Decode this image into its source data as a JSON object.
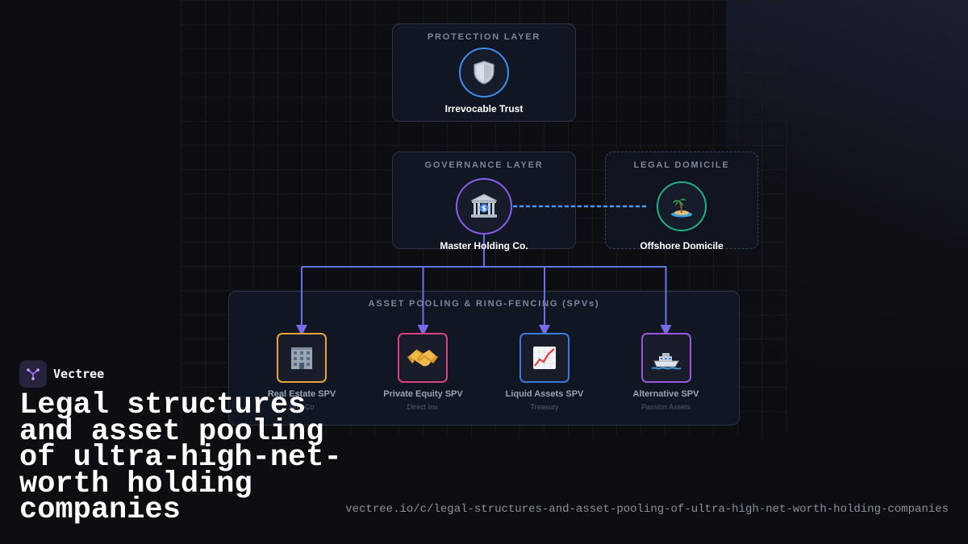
{
  "protection_layer": {
    "title": "PROTECTION LAYER",
    "node": {
      "icon": "shield-icon",
      "label": "Irrevocable Trust",
      "color": "#3f8cf0"
    }
  },
  "governance_layer": {
    "title": "GOVERNANCE LAYER",
    "node": {
      "icon": "bank-icon",
      "label": "Master Holding Co.",
      "color": "#8a5cf0"
    }
  },
  "legal_domicile": {
    "title": "LEGAL DOMICILE",
    "node": {
      "icon": "island-icon",
      "label": "Offshore Domicile",
      "color": "#1fb08a"
    }
  },
  "asset_pooling": {
    "title": "ASSET POOLING & RING-FENCING (SPVs)",
    "spvs": [
      {
        "icon": "office-building-icon",
        "label": "Real Estate SPV",
        "sublabel": "PropCo",
        "color": "#e8a33a"
      },
      {
        "icon": "handshake-icon",
        "label": "Private Equity SPV",
        "sublabel": "Direct Inv.",
        "color": "#d9437d"
      },
      {
        "icon": "chart-increasing-icon",
        "label": "Liquid Assets SPV",
        "sublabel": "Treasury",
        "color": "#3b7be0"
      },
      {
        "icon": "boat-icon",
        "label": "Alternative SPV",
        "sublabel": "Passion Assets",
        "color": "#9c55e0"
      }
    ]
  },
  "connector_colors": {
    "primary": "#5d79e0",
    "secondary": "#8a5cf0",
    "dashed": "#3f9af0"
  },
  "brand": {
    "name": "Vectree",
    "logo_color": "#a06cf0"
  },
  "headline": "Legal structures and asset pooling of ultra-high-net-worth holding companies",
  "url": "vectree.io/c/legal-structures-and-asset-pooling-of-ultra-high-net-worth-holding-companies"
}
